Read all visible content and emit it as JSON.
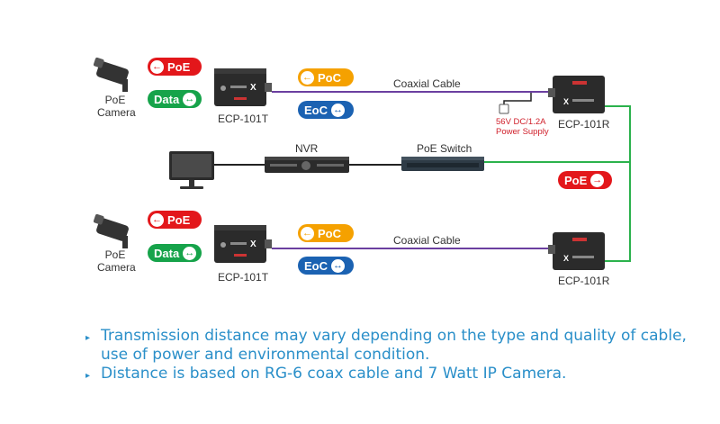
{
  "colors": {
    "poe_red": "#e3171b",
    "data_green": "#16a34a",
    "poc_orange": "#f5a100",
    "eoc_blue": "#1b62b2",
    "coax_purple": "#6b3fa0",
    "green_cable": "#2bb24c",
    "note_blue": "#2a8fc9"
  },
  "top": {
    "camera_label_1": "PoE",
    "camera_label_2": "Camera",
    "poe_pill": "PoE",
    "data_pill": "Data",
    "transmitter_label": "ECP-101T",
    "poc_pill": "PoC",
    "eoc_pill": "EoC",
    "cable_label": "Coaxial Cable",
    "receiver_label": "ECP-101R",
    "power_supply_1": "56V DC/1.2A",
    "power_supply_2": "Power Supply"
  },
  "middle": {
    "nvr_label": "NVR",
    "switch_label": "PoE Switch",
    "poe_pill": "PoE"
  },
  "bottom": {
    "camera_label_1": "PoE",
    "camera_label_2": "Camera",
    "poe_pill": "PoE",
    "data_pill": "Data",
    "transmitter_label": "ECP-101T",
    "poc_pill": "PoC",
    "eoc_pill": "EoC",
    "cable_label": "Coaxial Cable",
    "receiver_label": "ECP-101R"
  },
  "notes": [
    {
      "line1": "Transmission distance may vary depending on the type and quality of cable,",
      "line2": "use of power and environmental condition."
    },
    {
      "line1": "Distance is based on RG-6 coax cable and 7 Watt IP Camera.",
      "line2": ""
    }
  ],
  "icons": {
    "left_arrow": "left-arrow-icon",
    "right_arrow": "right-arrow-icon",
    "double_arrow": "double-arrow-icon",
    "camera": "camera-icon",
    "monitor": "monitor-icon"
  }
}
